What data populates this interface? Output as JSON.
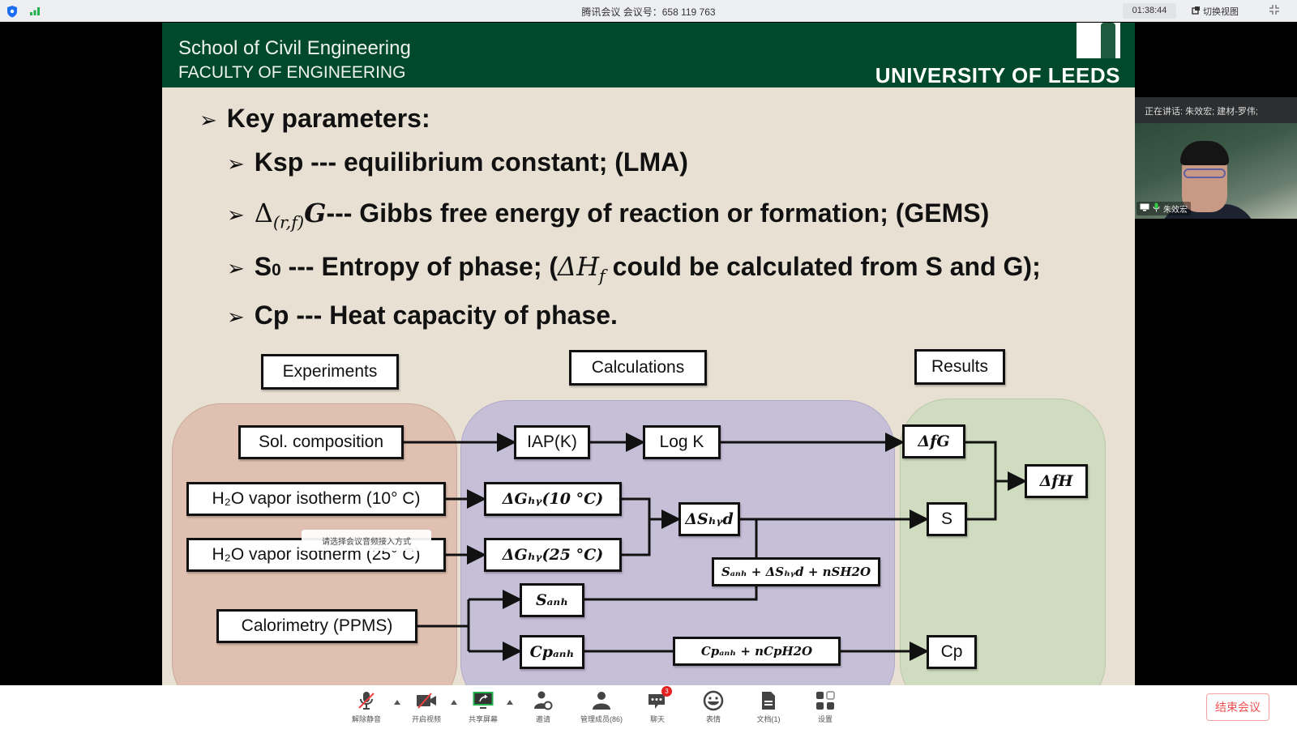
{
  "topbar": {
    "meeting_title": "腾讯会议 会议号：658 119 763",
    "timer": "01:38:44",
    "switch_view_label": "切换视图",
    "icons": [
      "shield-icon",
      "signal-icon",
      "fullscreen-icon"
    ]
  },
  "slide": {
    "header": {
      "school": "School of Civil Engineering",
      "faculty": "FACULTY OF ENGINEERING",
      "university": "UNIVERSITY OF LEEDS"
    },
    "bullets": {
      "title": "Key parameters:",
      "ksp": "Ksp --- equilibrium constant; (LMA)",
      "gibbs_symbol": "Δ",
      "gibbs_sub": "(r,f)",
      "gibbs_var": "G",
      "gibbs_text": " --- Gibbs free energy of reaction or formation; (GEMS)",
      "entropy_S": "S",
      "entropy_sup": "0",
      "entropy_text1": " --- Entropy of phase; (",
      "entropy_dH": "ΔH",
      "entropy_dH_sub": "f",
      "entropy_text2": " could be calculated from S and G);",
      "cp": "Cp --- Heat capacity of phase."
    },
    "diagram": {
      "headers": {
        "experiments": "Experiments",
        "calculations": "Calculations",
        "results": "Results"
      },
      "experiments": {
        "sol_composition": "Sol. composition",
        "h2o_10": "H₂O vapor isotherm (10° C)",
        "h2o_25": "H₂O vapor isotherm (25° C)",
        "calorimetry": "Calorimetry (PPMS)"
      },
      "calculations": {
        "iap": "IAP(K)",
        "logk": "Log K",
        "dg10": "ΔGₕᵧ(10 °C)",
        "dg25": "ΔGₕᵧ(25 °C)",
        "dshyd": "ΔSₕᵧd",
        "s_sum": "Sₐₙₕ + ΔSₕᵧd + nSH2O",
        "sanh": "Sₐₙₕ",
        "cpanh": "Cpₐₙₕ",
        "cp_sum": "Cpₐₙₕ + nCpH2O"
      },
      "results": {
        "dfg": "ΔfG",
        "s": "S",
        "dfh": "ΔfH",
        "cp": "Cp"
      }
    },
    "toast": "请选择会议音频接入方式"
  },
  "video_panel": {
    "speaker_text": "正在讲话: 朱效宏; 建材-罗伟;",
    "participant_name": "朱效宏"
  },
  "toolbar": {
    "items": [
      {
        "label": "解除静音",
        "icon": "mic-muted-icon"
      },
      {
        "label": "开启视频",
        "icon": "video-off-icon"
      },
      {
        "label": "共享屏幕",
        "icon": "share-screen-icon"
      },
      {
        "label": "邀请",
        "icon": "invite-icon"
      },
      {
        "label": "管理成员(86)",
        "icon": "members-icon"
      },
      {
        "label": "聊天",
        "icon": "chat-icon",
        "badge": "3"
      },
      {
        "label": "表情",
        "icon": "emoji-icon"
      },
      {
        "label": "文档(1)",
        "icon": "document-icon"
      },
      {
        "label": "设置",
        "icon": "apps-icon"
      }
    ],
    "end_meeting": "结束会议"
  }
}
